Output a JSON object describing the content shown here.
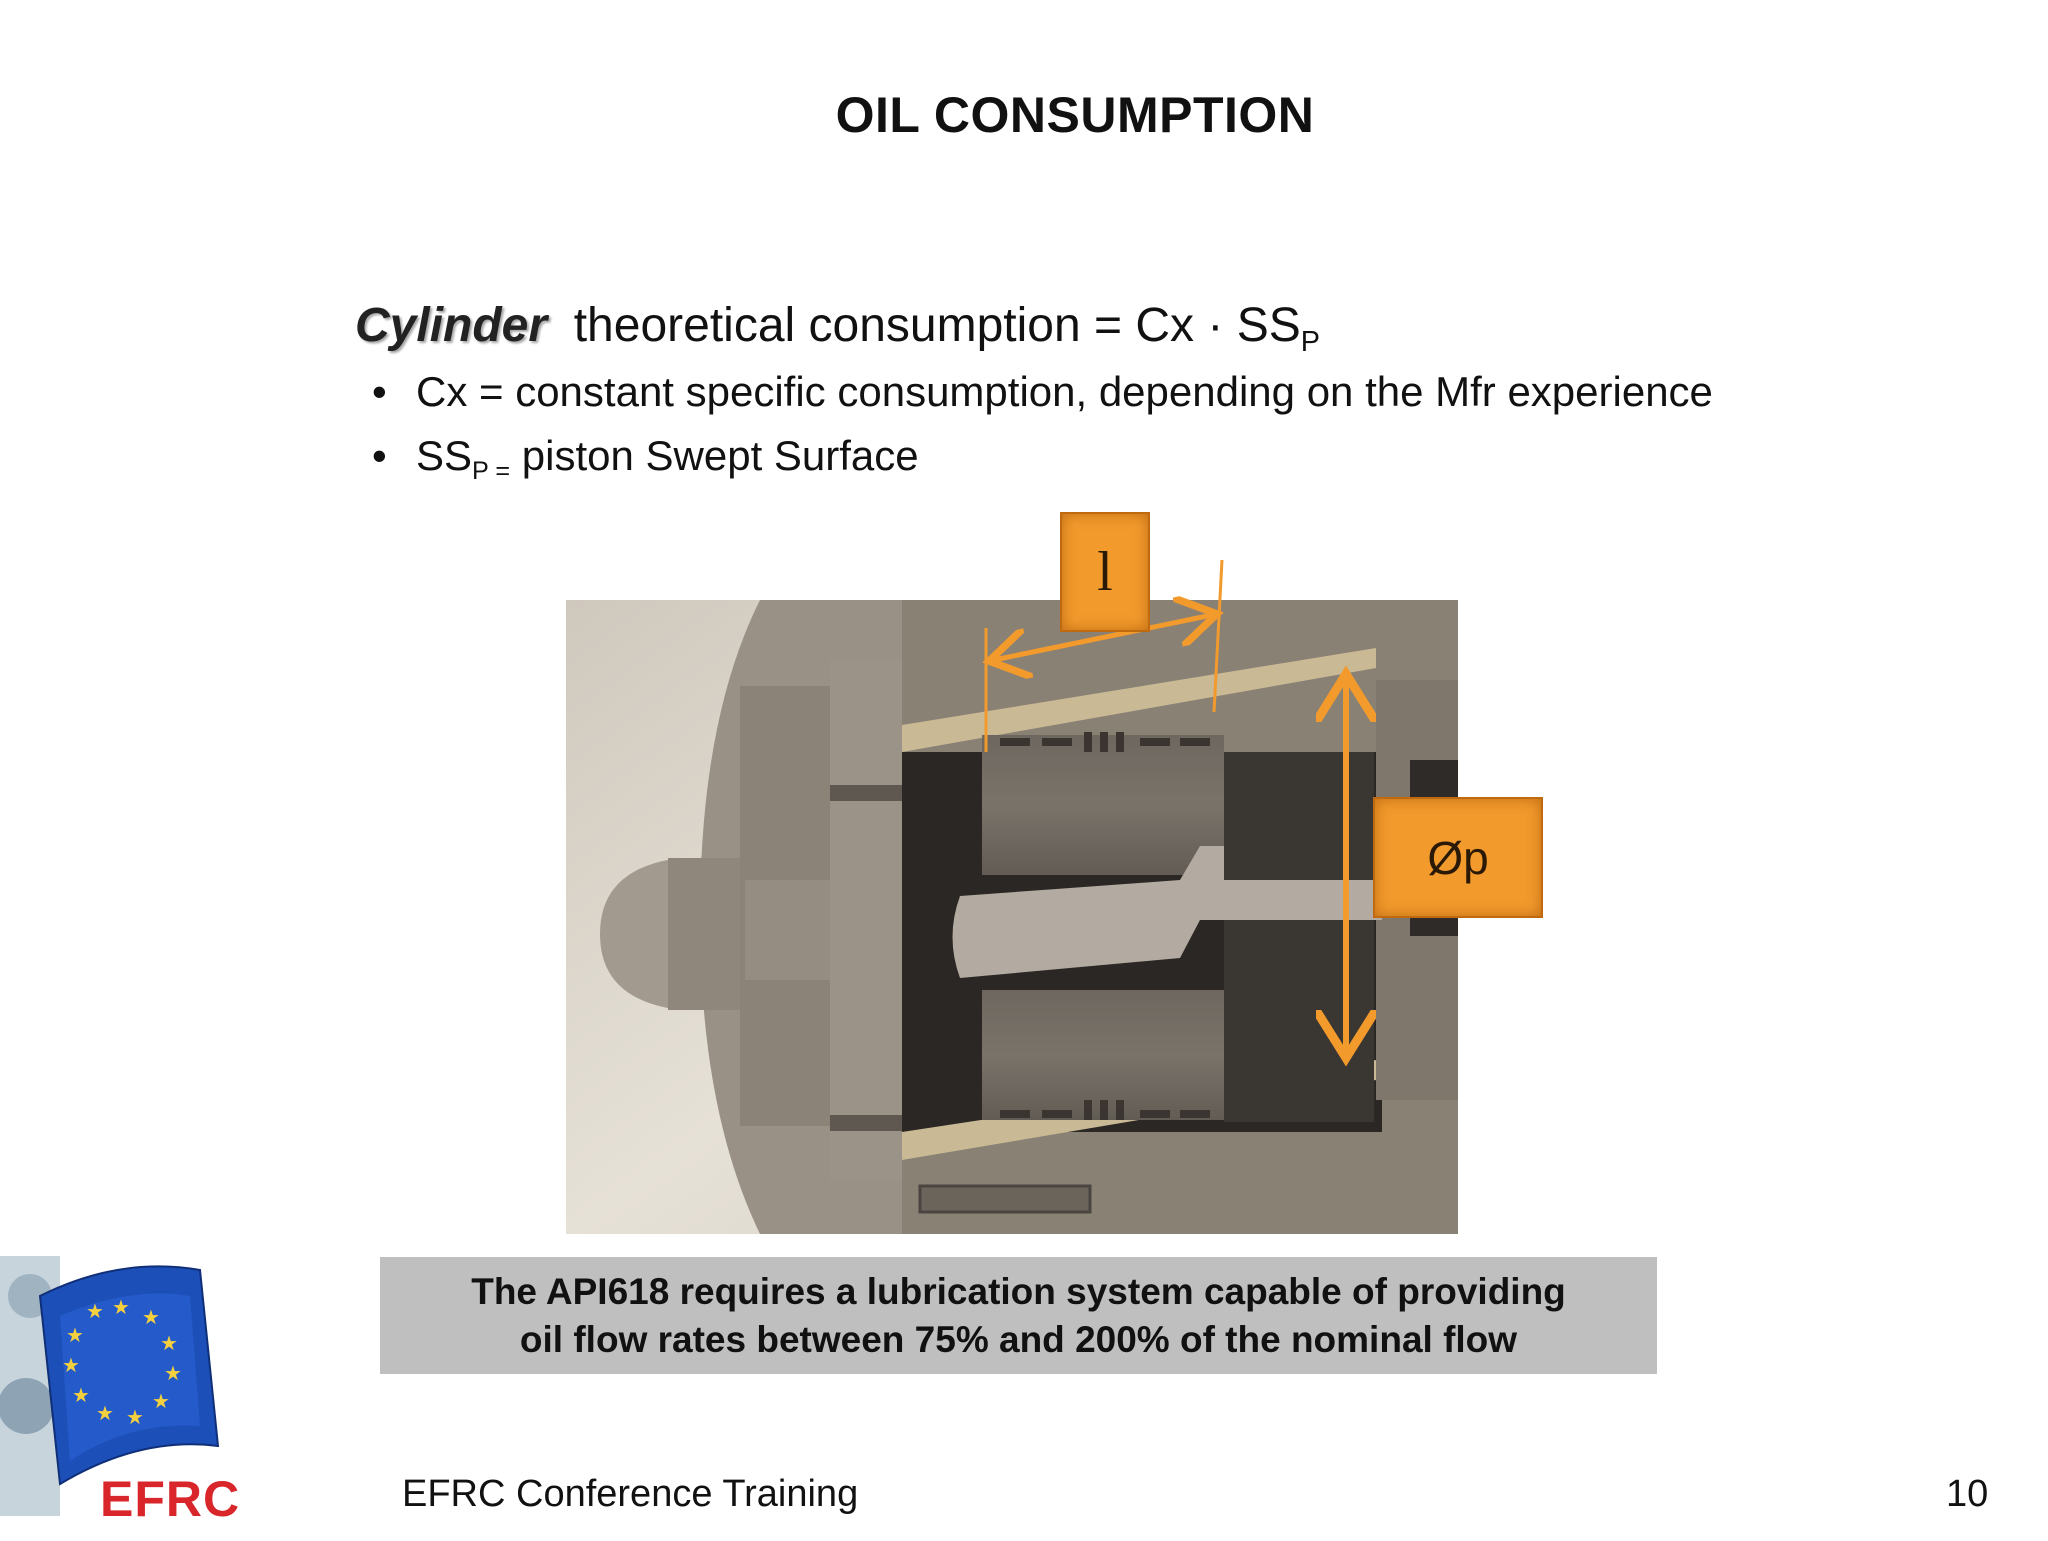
{
  "slide": {
    "title": "OIL CONSUMPTION",
    "heading": {
      "emphasis": "Cylinder",
      "text": "theoretical consumption = Cx · SS",
      "subscript": "P"
    },
    "bullets": [
      {
        "marker": "•",
        "text": "Cx = constant specific consumption, depending on the Mfr experience"
      },
      {
        "marker": "•",
        "prefix": "SS",
        "subscript": "P =",
        "text": " piston Swept Surface"
      }
    ],
    "figure": {
      "length_label": "l",
      "diameter_label": "Øp",
      "colors": {
        "annotation": "#f29a2c",
        "housing": "#8a8175",
        "liner": "#c9b994",
        "piston": "#736b62",
        "rod": "#b3aba1"
      }
    },
    "note": {
      "line1": "The API618 requires a lubrication system capable of providing",
      "line2": "oil flow rates between 75% and 200% of the nominal flow"
    },
    "footer": {
      "logo_text": "EFRC",
      "caption": "EFRC Conference Training",
      "page_number": "10"
    }
  }
}
